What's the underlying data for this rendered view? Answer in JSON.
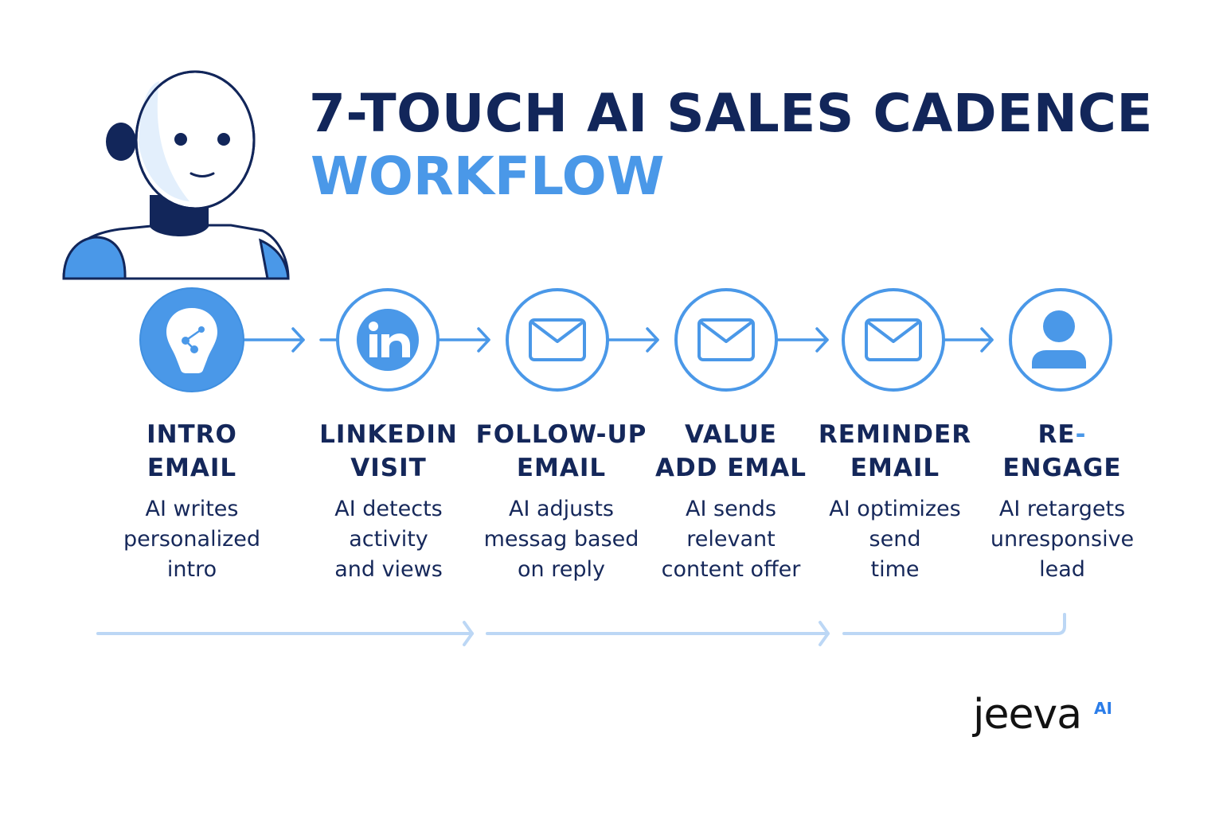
{
  "header": {
    "title_line1": "7-TOUCH AI SALES CADENCE",
    "title_line2": "WORKFLOW"
  },
  "colors": {
    "navy": "#12265a",
    "accent_blue": "#4a98e8",
    "light_blue": "#bcd7f5",
    "logo_ai_blue": "#2b7de9"
  },
  "mascot": {
    "icon": "robot-with-headset-icon"
  },
  "steps": [
    {
      "icon": "lightbulb-share-icon",
      "title_line1": "INTRO",
      "title_line2": "EMAIL",
      "desc": [
        "AI writes",
        "personalized",
        "intro"
      ]
    },
    {
      "icon": "linkedin-icon",
      "title_line1": "LINKEDIN",
      "title_line2": "VISIT",
      "desc": [
        "AI detects",
        "activity",
        "and views"
      ]
    },
    {
      "icon": "envelope-icon",
      "title_line1": "FOLLOW-UP",
      "title_line2": "EMAIL",
      "desc": [
        "AI adjusts",
        "messag based",
        "on reply"
      ]
    },
    {
      "icon": "envelope-icon",
      "title_line1": "VALUE",
      "title_line2": "ADD EMAL",
      "desc": [
        "AI sends",
        "relevant",
        "content offer"
      ]
    },
    {
      "icon": "envelope-icon",
      "title_line1": "REMINDER",
      "title_line2": "EMAIL",
      "desc": [
        "AI optimizes",
        "send",
        "time"
      ]
    },
    {
      "icon": "user-icon",
      "title_line1": "RE",
      "title_line1_suffix": "-",
      "title_line2": "ENGAGE",
      "desc": [
        "AI retargets",
        "unresponsive",
        "lead"
      ]
    }
  ],
  "logo": {
    "wordmark": "jeeva",
    "suffix": "AI"
  }
}
